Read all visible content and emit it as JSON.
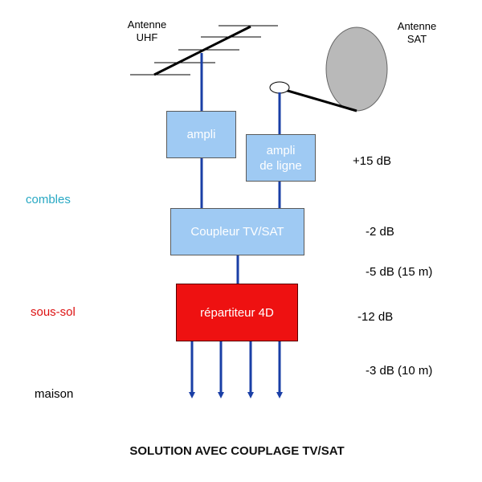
{
  "antennas": {
    "uhf": {
      "line1": "Antenne",
      "line2": "UHF"
    },
    "sat": {
      "line1": "Antenne",
      "line2": "SAT"
    }
  },
  "boxes": {
    "ampli": "ampli",
    "ampli_ligne_line1": "ampli",
    "ampli_ligne_line2": "de ligne",
    "coupleur": "Coupleur TV/SAT",
    "repartiteur": "répartiteur 4D"
  },
  "zones": {
    "combles": "combles",
    "sous_sol": "sous-sol",
    "maison": "maison"
  },
  "gains": {
    "ampli_ligne": "+15 dB",
    "coupleur": "-2 dB",
    "cable_15m": "-5 dB (15 m)",
    "repartiteur": "-12 dB",
    "cable_10m": "-3 dB (10 m)"
  },
  "title": "SOLUTION AVEC COUPLAGE TV/SAT",
  "colors": {
    "wire": "#1a3fa6",
    "box_light": "#9fcaf3",
    "box_red": "#ee1111",
    "combles": "#27a8c3",
    "sous_sol": "#dd1111",
    "dish": "#b9b9b9"
  }
}
